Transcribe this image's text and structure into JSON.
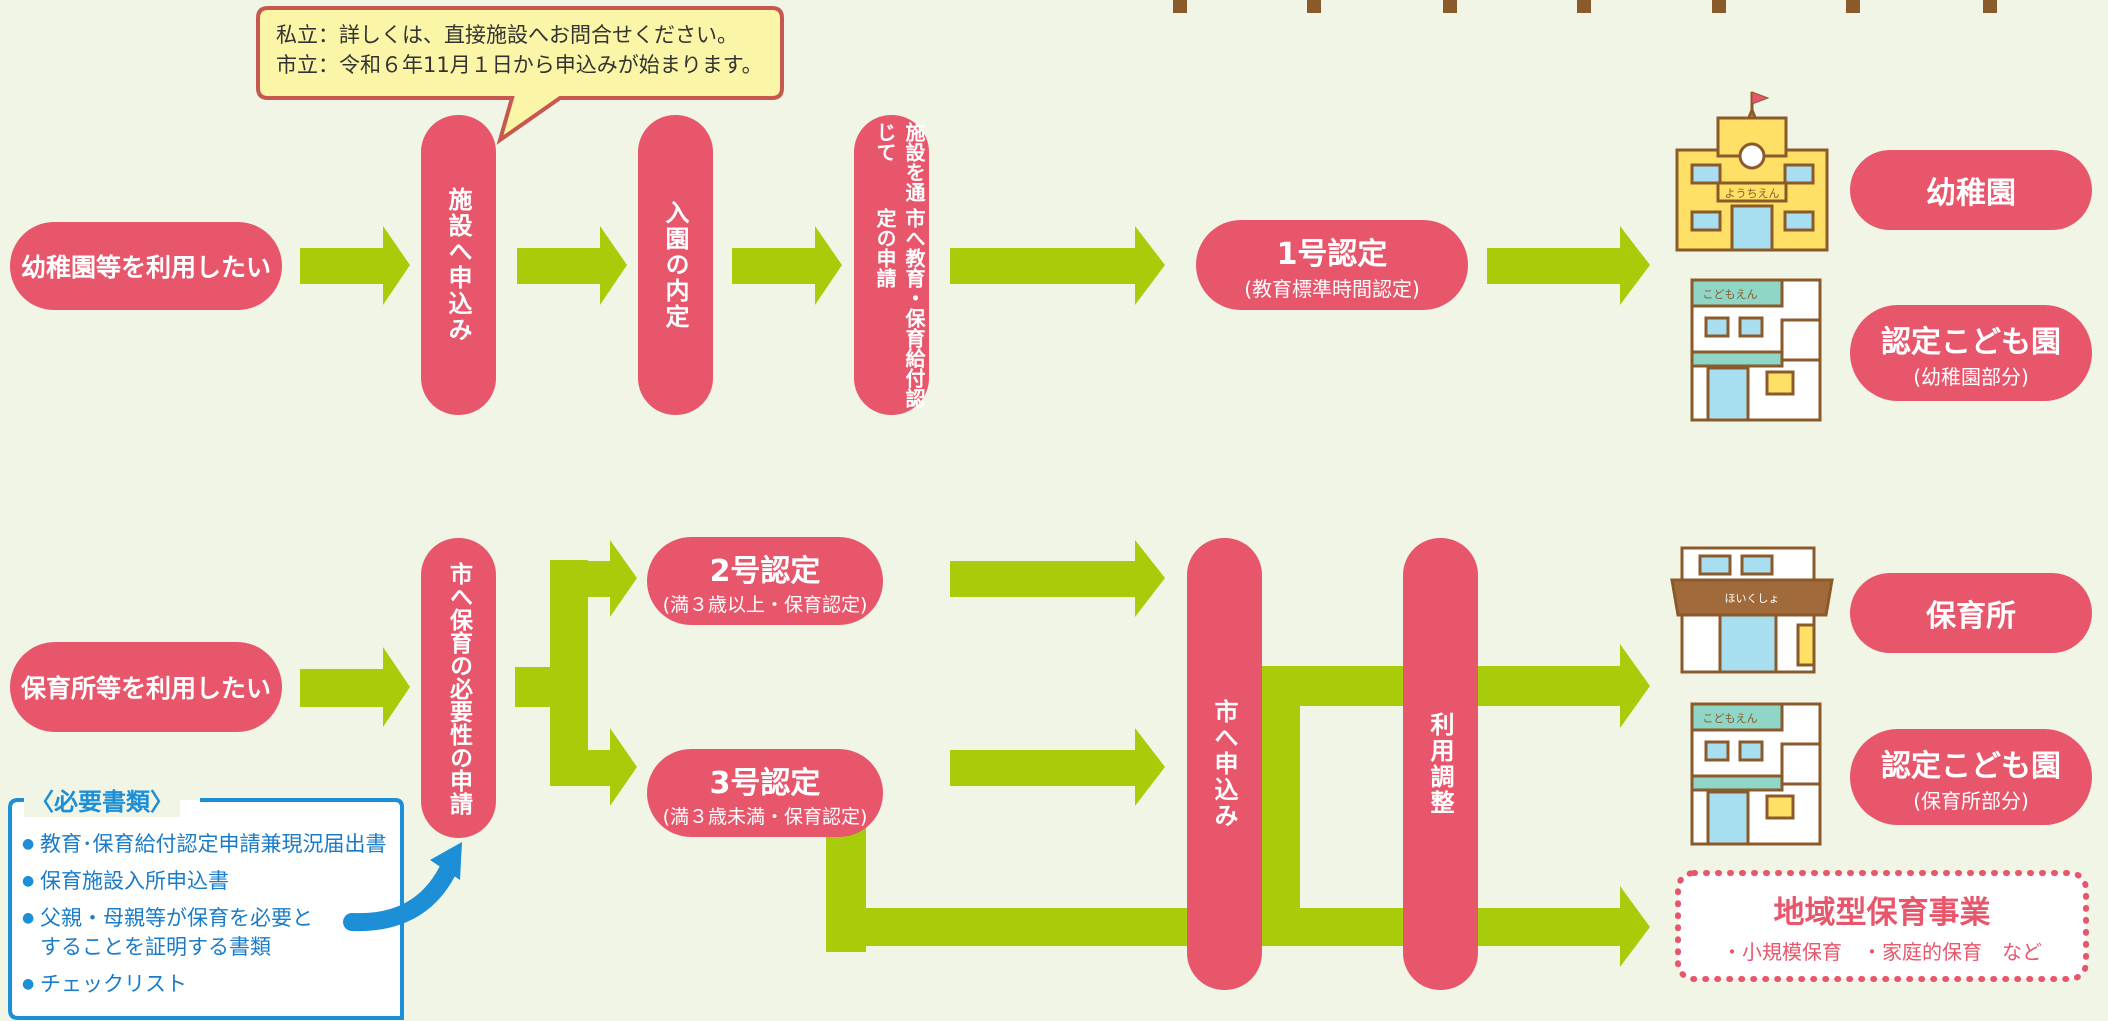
{
  "colors": {
    "background": "#f0f5e6",
    "pill": "#e8566c",
    "arrow": "#a8cc0a",
    "callout_fill": "#fbf5a7",
    "callout_border": "#c7584e",
    "docs_border": "#1d8fd6",
    "dotted_border": "#e8566c"
  },
  "callout": {
    "line1": "私立：詳しくは、直接施設へお問合せください。",
    "line2": "市立：令和６年11月１日から申込みが始まります。"
  },
  "row1": {
    "start_label": "幼稚園等を利用したい",
    "step_apply_facility": "施設へ申込み",
    "step_naitei": "入園の内定",
    "step_certification_col1": "施設を通じて",
    "step_certification_col2": "市へ教育・保育給付認定の申請",
    "cert_title": "1号認定",
    "cert_sub": "(教育標準時間認定)",
    "result_yochien": "幼稚園",
    "result_kodomoen": "認定こども園",
    "result_kodomoen_sub": "(幼稚園部分)"
  },
  "row2": {
    "start_label": "保育所等を利用したい",
    "step_apply_city": "市へ保育の必要性の申請",
    "cert2_title": "2号認定",
    "cert2_sub": "(満３歳以上・保育認定)",
    "cert3_title": "3号認定",
    "cert3_sub": "(満３歳未満・保育認定)",
    "step_city_apply": "市へ申込み",
    "step_adjust": "利用調整",
    "result_hoikusho": "保育所",
    "result_kodomoen": "認定こども園",
    "result_kodomoen_sub": "(保育所部分)",
    "result_chiiki_title": "地域型保育事業",
    "result_chiiki_sub": "・小規模保育　・家庭的保育　など"
  },
  "documents": {
    "title": "〈必要書類〉",
    "items": [
      "教育･保育給付認定申請兼現況届出書",
      "保育施設入所申込書",
      "父親・母親等が保育を必要と\nすることを証明する書類",
      "チェックリスト"
    ]
  },
  "buildings": {
    "yochien_sign": "ようちえん",
    "kodomoen_sign": "こどもえん",
    "hoikusho_sign": "ほいくしょ"
  }
}
